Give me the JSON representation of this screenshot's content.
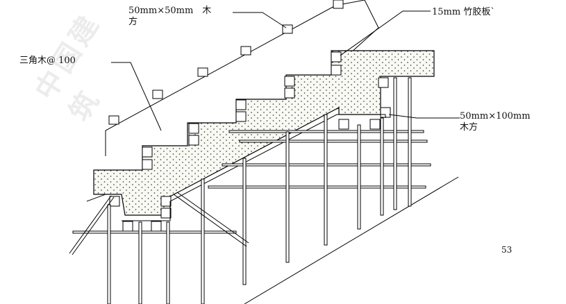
{
  "labels": {
    "batten_small_line1": "50mm×50mm　木",
    "batten_small_line2": "方",
    "triangle_wood": "三角木@  100",
    "bamboo_board": "15mm 竹胶板`",
    "batten_large_line1": "50mm×100mm",
    "batten_large_line2": "木方"
  },
  "page_number": "53",
  "watermark": "中国建筑",
  "colors": {
    "line": "#000000",
    "fill": "#f7f7f2",
    "dot": "#222222"
  }
}
